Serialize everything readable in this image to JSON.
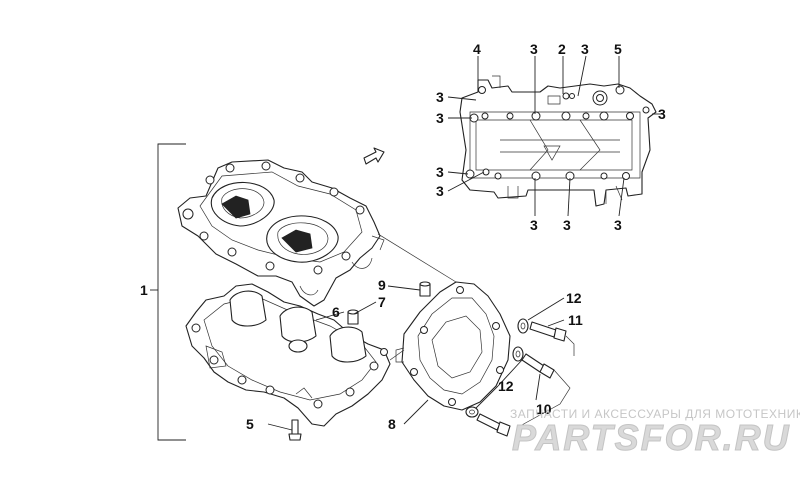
{
  "callouts": [
    {
      "id": "c1",
      "text": "1"
    },
    {
      "id": "c2",
      "text": "2"
    },
    {
      "id": "c3",
      "text": "3"
    },
    {
      "id": "c4",
      "text": "4"
    },
    {
      "id": "c5",
      "text": "5"
    },
    {
      "id": "c6",
      "text": "6"
    },
    {
      "id": "c7",
      "text": "7"
    },
    {
      "id": "c8",
      "text": "8"
    },
    {
      "id": "c9",
      "text": "9"
    },
    {
      "id": "c10",
      "text": "10"
    },
    {
      "id": "c11",
      "text": "11"
    },
    {
      "id": "c12",
      "text": "12"
    }
  ],
  "watermark": {
    "top_text": "ЗАПЧАСТИ И АКСЕССУАРЫ ДЛЯ МОТОТЕХНИКИ",
    "main_text": "PARTSFOR.RU",
    "color": "#d0d0d0"
  }
}
